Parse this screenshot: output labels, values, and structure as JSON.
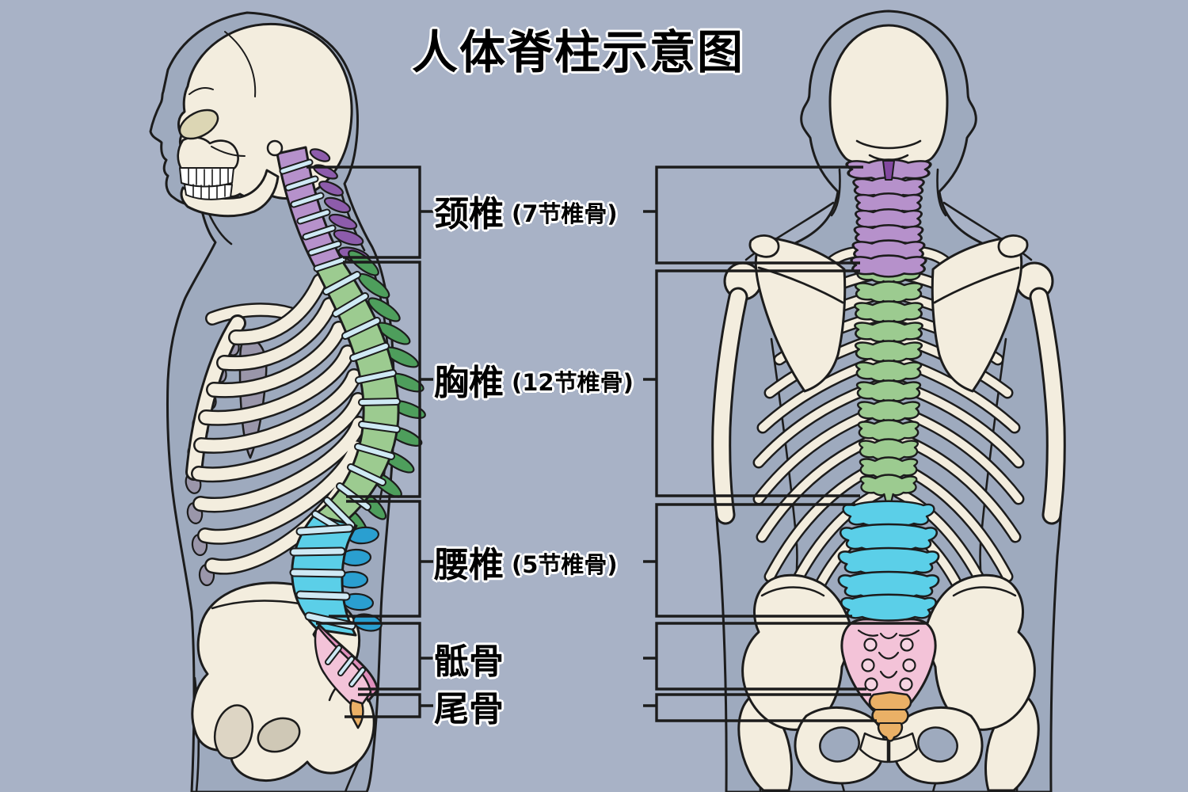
{
  "title": "人体脊柱示意图",
  "background_color": "#a8b2c6",
  "outline_color": "#1c1c1c",
  "bone_color": "#f3edde",
  "disc_color": "#cfe9f4",
  "sections": [
    {
      "id": "cervical",
      "label": "颈椎",
      "detail": "(7节椎骨)",
      "vertebra_count": 7,
      "color": "#b691cb",
      "color_dark": "#8d5cab"
    },
    {
      "id": "thoracic",
      "label": "胸椎",
      "detail": "(12节椎骨)",
      "vertebra_count": 12,
      "color": "#9ccb90",
      "color_dark": "#4e9e5c"
    },
    {
      "id": "lumbar",
      "label": "腰椎",
      "detail": "(5节椎骨)",
      "vertebra_count": 5,
      "color": "#5bcfe8",
      "color_dark": "#2a9fd0"
    },
    {
      "id": "sacrum",
      "label": "骶骨",
      "detail": "",
      "color": "#f3c3d8",
      "color_dark": "#e08fbc"
    },
    {
      "id": "coccyx",
      "label": "尾骨",
      "detail": "",
      "color": "#eab066",
      "color_dark": ""
    }
  ]
}
